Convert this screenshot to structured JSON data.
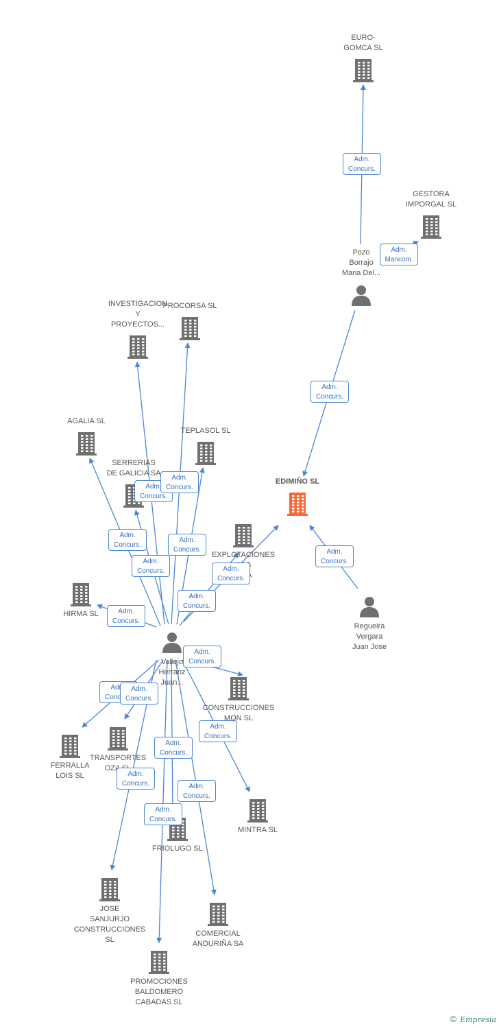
{
  "colors": {
    "accent": "#4a86d4",
    "focus": "#f26b38",
    "company": "#707070",
    "person": "#707070"
  },
  "icons": {
    "company": "building-icon",
    "person": "person-icon"
  },
  "focus_company": {
    "id": "edimino",
    "label": "EDIMIÑO SL"
  },
  "companies": [
    {
      "id": "euro",
      "label": "EURO-\nGOMCA SL"
    },
    {
      "id": "gestora",
      "label": "GESTORA\nIMPORGAL SL"
    },
    {
      "id": "investigacion",
      "label": "INVESTIGACION\nY\nPROYECTOS..."
    },
    {
      "id": "procorsa",
      "label": "PROCORSA SL"
    },
    {
      "id": "agalia",
      "label": "AGALIA SL"
    },
    {
      "id": "teplasol",
      "label": "TEPLASOL SL"
    },
    {
      "id": "serrerias",
      "label": "SERRERIAS\nDE GALICIA SA"
    },
    {
      "id": "explotaciones",
      "label": "EXPLOTACIONES\nCAS\nS SA"
    },
    {
      "id": "hirma",
      "label": "HIRMA SL"
    },
    {
      "id": "construcciones",
      "label": "CONSTRUCCIONES\nMON SL"
    },
    {
      "id": "ferralla",
      "label": "FERRALLA\nLOIS SL"
    },
    {
      "id": "transportes",
      "label": "TRANSPORTES\nOZA SL"
    },
    {
      "id": "mintra",
      "label": "MINTRA SL"
    },
    {
      "id": "friolugo",
      "label": "FRIOLUGO SL"
    },
    {
      "id": "jose",
      "label": "JOSE\nSANJURJO\nCONSTRUCCIONES SL"
    },
    {
      "id": "comercial",
      "label": "COMERCIAL\nANDURIÑA SA"
    },
    {
      "id": "promociones",
      "label": "PROMOCIONES\nBALDOMERO\nCABADAS SL"
    }
  ],
  "persons": [
    {
      "id": "pozo",
      "label": "Pozo\nBorrajo\nMaria Del..."
    },
    {
      "id": "regueira",
      "label": "Regueira\nVergara\nJuan Jose"
    },
    {
      "id": "vallejo",
      "label": "Vallejo\nHerranz\nJuan..."
    }
  ],
  "relations": [
    {
      "from": "pozo",
      "to": "euro",
      "line1": "Adm.",
      "line2": "Concurs."
    },
    {
      "from": "pozo",
      "to": "gestora",
      "line1": "Adm.",
      "line2": "Mancom."
    },
    {
      "from": "pozo",
      "to": "edimino",
      "line1": "Adm.",
      "line2": "Concurs."
    },
    {
      "from": "regueira",
      "to": "edimino",
      "line1": "Adm.",
      "line2": "Concurs."
    },
    {
      "from": "vallejo",
      "to": "edimino",
      "line1": "Adm.",
      "line2": "Concurs."
    },
    {
      "from": "vallejo",
      "to": "investigacion",
      "line1": "Adm.",
      "line2": "Concurs."
    },
    {
      "from": "vallejo",
      "to": "procorsa",
      "line1": "Adm.",
      "line2": "Concurs."
    },
    {
      "from": "vallejo",
      "to": "agalia",
      "line1": "Adm.",
      "line2": "Concurs."
    },
    {
      "from": "vallejo",
      "to": "teplasol",
      "line1": "Adm.",
      "line2": "Concurs."
    },
    {
      "from": "vallejo",
      "to": "serrerias",
      "line1": "Adm.",
      "line2": "Concurs."
    },
    {
      "from": "vallejo",
      "to": "explotaciones",
      "line1": "Adm.",
      "line2": "Concurs."
    },
    {
      "from": "vallejo",
      "to": "hirma",
      "line1": "Adm.",
      "line2": "Concurs."
    },
    {
      "from": "vallejo",
      "to": "construcciones",
      "line1": "Adm.",
      "line2": "Concurs."
    },
    {
      "from": "vallejo",
      "to": "ferralla",
      "line1": "Adm.",
      "line2": "Concurs."
    },
    {
      "from": "vallejo",
      "to": "transportes",
      "line1": "Adm.",
      "line2": "Concurs."
    },
    {
      "from": "vallejo",
      "to": "mintra",
      "line1": "Adm.",
      "line2": "Concurs."
    },
    {
      "from": "vallejo",
      "to": "jose",
      "line1": "Adm.",
      "line2": "Concurs."
    },
    {
      "from": "vallejo",
      "to": "friolugo",
      "line1": "Adm.",
      "line2": "Concurs."
    },
    {
      "from": "vallejo",
      "to": "comercial",
      "line1": "Adm.",
      "line2": "Concurs."
    },
    {
      "from": "vallejo",
      "to": "promociones",
      "line1": "Adm.",
      "line2": "Concurs."
    }
  ],
  "footer": {
    "copyright": "©",
    "brand": "Empresia"
  }
}
